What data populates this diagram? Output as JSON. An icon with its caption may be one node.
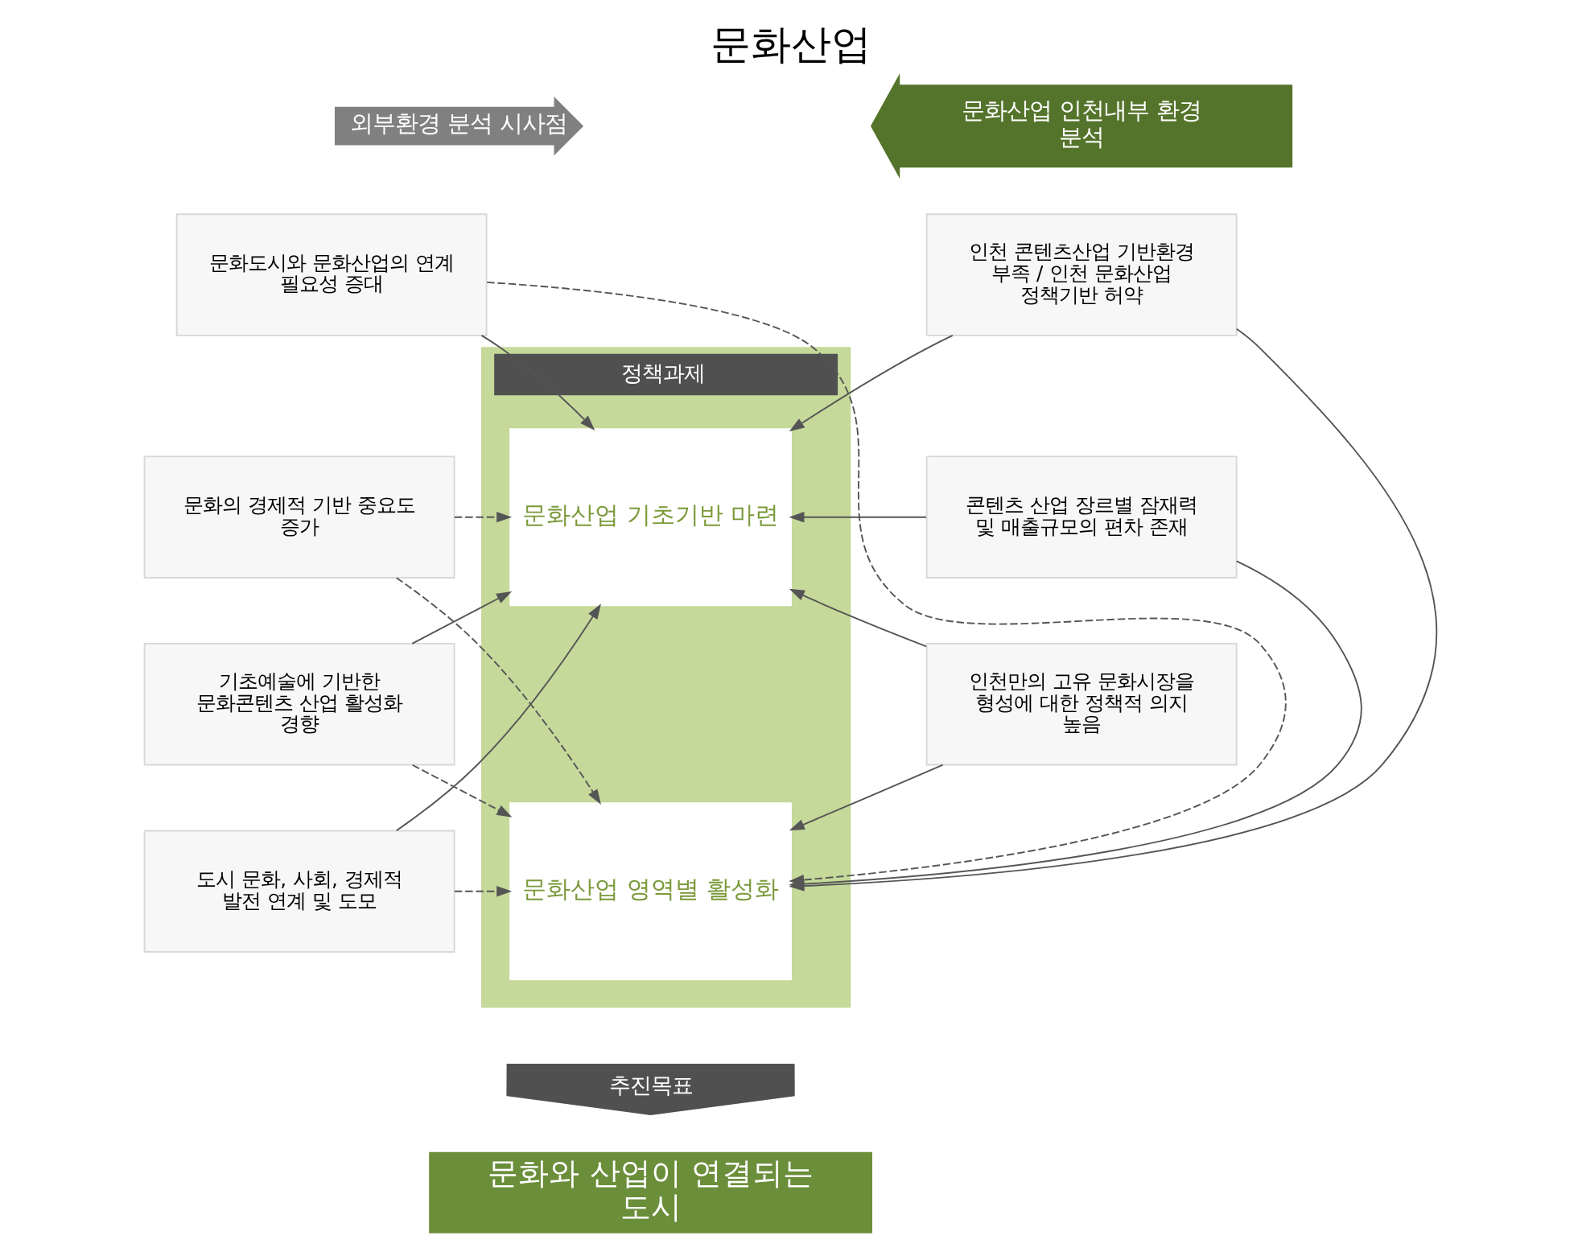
{
  "diagram": {
    "title": "문화산업",
    "nodes": [
      {
        "text": [
          "외부환경 분석 시사점"
        ]
      },
      {
        "text": [
          "문화산업 인천내부 환경 분석"
        ]
      },
      {
        "text": [
          "정책과제"
        ]
      },
      {
        "text": [
          "문화산업 기초기반 마련"
        ],
        "in": 2
      },
      {
        "text": [
          "문화산업 영역별 활성화"
        ],
        "in": 2
      },
      {
        "text": [
          "추진목표"
        ]
      },
      {
        "text": [
          "문화와 산업이 연결되는 도시"
        ]
      },
      {
        "text": [
          "문화도시와 문화산업의 연계 필요성 증대"
        ]
      },
      {
        "text": [
          "문화의 경제적 기반 중요도 증가"
        ]
      },
      {
        "text": [
          "기초예술에 기반한 문화콘텐츠 산업 활성화 경향"
        ]
      },
      {
        "text": [
          "도시 문화, 사회, 경제적 발전 연계 및 도모"
        ]
      },
      {
        "text": [
          "인천 콘텐츠산업 기반환경 부족 / 인천 문화산업 정책기반 허약"
        ]
      },
      {
        "text": [
          "콘텐츠 산업 장르별 잠재력 및 매출규모의 편차 존재"
        ]
      },
      {
        "text": [
          "인천만의 고유 문화시장을 형성에 대한 정책적 의지 높음"
        ]
      }
    ],
    "edges": [
      {
        "from": 7,
        "to": 3,
        "arrow": "to"
      },
      {
        "from": 7,
        "to": 4,
        "arrow": "to",
        "style": "dashed"
      },
      {
        "from": 8,
        "to": 3,
        "arrow": "to",
        "style": "dashed"
      },
      {
        "from": 8,
        "to": 4,
        "arrow": "to",
        "style": "dashed"
      },
      {
        "from": 9,
        "to": 3,
        "arrow": "to"
      },
      {
        "from": 9,
        "to": 4,
        "arrow": "to",
        "style": "dashed"
      },
      {
        "from": 10,
        "to": 3,
        "arrow": "to"
      },
      {
        "from": 10,
        "to": 4,
        "arrow": "to",
        "style": "dashed"
      },
      {
        "from": 11,
        "to": 3,
        "arrow": "to"
      },
      {
        "from": 11,
        "to": 4,
        "arrow": "to"
      },
      {
        "from": 12,
        "to": 3,
        "arrow": "to"
      },
      {
        "from": 12,
        "to": 4,
        "arrow": "to"
      },
      {
        "from": 13,
        "to": 3,
        "arrow": "to"
      },
      {
        "from": 13,
        "to": 4,
        "arrow": "to"
      }
    ]
  }
}
